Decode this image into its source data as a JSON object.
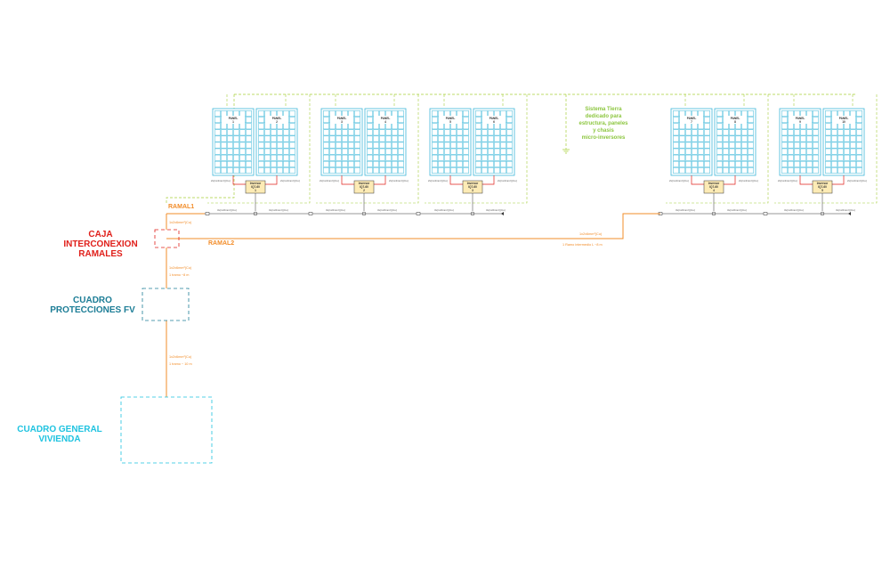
{
  "labels": {
    "caja": [
      "CAJA",
      "INTERCONEXION",
      "RAMALES"
    ],
    "cuadro_fv": [
      "CUADRO",
      "PROTECCIONES FV"
    ],
    "cuadro_general": [
      "CUADRO GENERAL",
      "VIVIENDA"
    ],
    "ramal1": "RAMAL1",
    "ramal2": "RAMAL2",
    "tierra": [
      "Sistema Tierra",
      "dedicado para",
      "estructura, paneles",
      "y chasis",
      "micro-inversores"
    ]
  },
  "cables": {
    "ramal1_spec": "1x2x6mm²(Cu)",
    "ramal2_spec": "1x2x6mm²(Cu)",
    "ramal2_length": "1 Ramo intermedio L ~8 m",
    "caja_fv_spec": "1x2x6mm²(Cu)",
    "caja_fv_length": "1 tramo ~8 m",
    "fv_general_spec": "1x2x6mm²(Cu)",
    "fv_general_length": "1 tramo ~ 10 m"
  },
  "groups": [
    {
      "panels": [
        "PANEL 1",
        "PANEL 2"
      ],
      "inverter": "Inversor IQ7-60",
      "inverter_num": "1"
    },
    {
      "panels": [
        "PANEL 3",
        "PANEL 4"
      ],
      "inverter": "Inversor IQ7-60",
      "inverter_num": "2"
    },
    {
      "panels": [
        "PANEL 5",
        "PANEL 6"
      ],
      "inverter": "Inversor IQ7-60",
      "inverter_num": "3"
    },
    {
      "panels": [
        "PANEL 7",
        "PANEL 8"
      ],
      "inverter": "Inversor IQ7-60",
      "inverter_num": "4"
    },
    {
      "panels": [
        "PANEL 9",
        "PANEL 10"
      ],
      "inverter": "Inversor IQ7-60",
      "inverter_num": "5"
    }
  ],
  "dc_cable_spec": "2x(1x4mm²)(Cu)",
  "ac_cable_spec": "3x(1x6mm²)(Cu)",
  "colors": {
    "panel": "#3fb8d9",
    "ground": "#a6cf3a",
    "cable": "#f28c28",
    "caja": "#e0201b",
    "cuadro_fv": "#1c7d96",
    "cuadro_general": "#1fc3e0",
    "inverter_fill": "#fdebb5",
    "dc": "#e0201b"
  }
}
